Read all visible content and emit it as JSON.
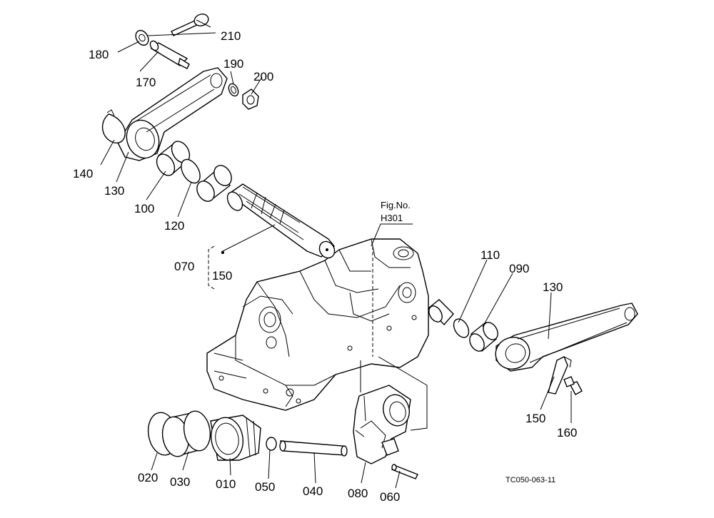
{
  "figure_ref": {
    "line1": "Fig.No.",
    "line2": "H301"
  },
  "drawing_code": "TC050-063-11",
  "callouts": {
    "p210": "210",
    "p180": "180",
    "p170": "170",
    "p190": "190",
    "p200": "200",
    "p140": "140",
    "p130_left": "130",
    "p100": "100",
    "p120": "120",
    "p070": "070",
    "p150_bracket": "150",
    "p110": "110",
    "p090": "090",
    "p130_right": "130",
    "p150_right": "150",
    "p160": "160",
    "p020": "020",
    "p030": "030",
    "p010": "010",
    "p050": "050",
    "p040": "040",
    "p080": "080",
    "p060": "060"
  }
}
